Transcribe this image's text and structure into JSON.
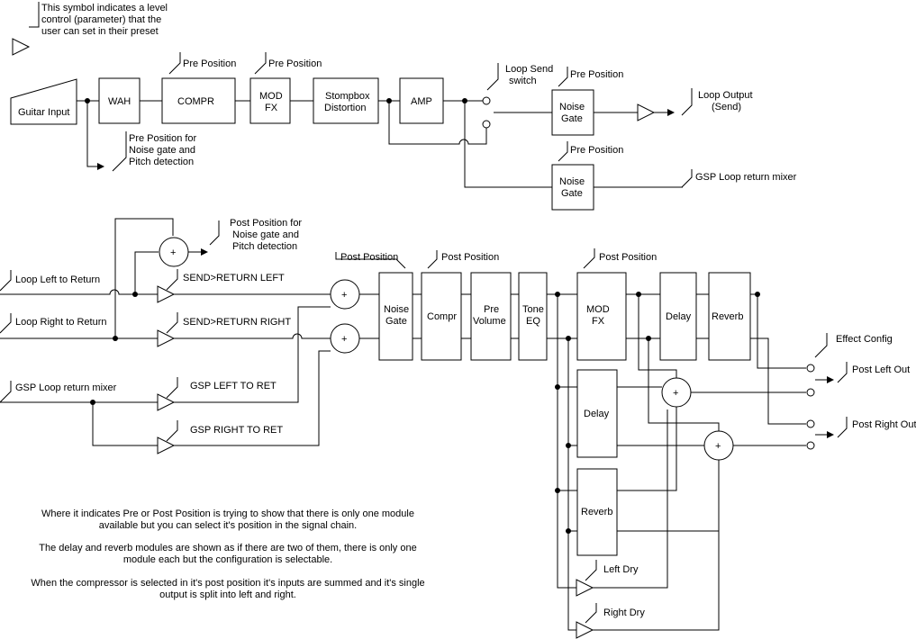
{
  "legend": {
    "lines": [
      "This symbol indicates a level",
      "control (parameter) that the",
      "user can set in their preset"
    ]
  },
  "top": {
    "guitar_input": "Guitar Input",
    "wah": "WAH",
    "compr": "COMPR",
    "mod_fx": [
      "MOD",
      "FX"
    ],
    "stompbox": [
      "Stompbox",
      "Distortion"
    ],
    "amp": "AMP",
    "noise_gate": [
      "Noise",
      "Gate"
    ],
    "noise_gate2": [
      "Noise",
      "Gate"
    ],
    "pre_position": "Pre Position",
    "pre_noise": [
      "Pre Position for",
      "Noise gate and",
      "Pitch detection"
    ],
    "loop_send": [
      "Loop Send",
      "switch"
    ],
    "loop_output": [
      "Loop Output",
      "(Send)"
    ],
    "gsp_loop_return": "GSP Loop return mixer"
  },
  "bottom": {
    "loop_left": "Loop Left to Return",
    "loop_right": "Loop Right to Return",
    "gsp_mixer": "GSP Loop return mixer",
    "send_left": "SEND>RETURN LEFT",
    "send_right": "SEND>RETURN RIGHT",
    "gsp_left": "GSP LEFT TO RET",
    "gsp_right": "GSP RIGHT TO RET",
    "post_noise": [
      "Post Position for",
      "Noise gate and",
      "Pitch detection"
    ],
    "post_position": "Post Position",
    "noise_gate": [
      "Noise",
      "Gate"
    ],
    "compr": "Compr",
    "pre_volume": [
      "Pre",
      "Volume"
    ],
    "tone_eq": [
      "Tone",
      "EQ"
    ],
    "mod_fx": [
      "MOD",
      "FX"
    ],
    "delay": "Delay",
    "reverb": "Reverb",
    "delay2": "Delay",
    "reverb2": "Reverb",
    "effect_config": "Effect Config",
    "post_left_out": "Post Left Out",
    "post_right_out": "Post Right Out",
    "left_dry": "Left Dry",
    "right_dry": "Right Dry",
    "plus": "+"
  },
  "notes": [
    "Where it indicates Pre or Post Position is trying to show that there is only one module",
    "available but you can select it's position in the signal chain.",
    "The delay and reverb modules are shown as if there are two of them, there is only one",
    "module each but the configuration is selectable.",
    "When the compressor is selected in it's post position it's inputs are summed and it's single",
    "output is split into left and right."
  ]
}
